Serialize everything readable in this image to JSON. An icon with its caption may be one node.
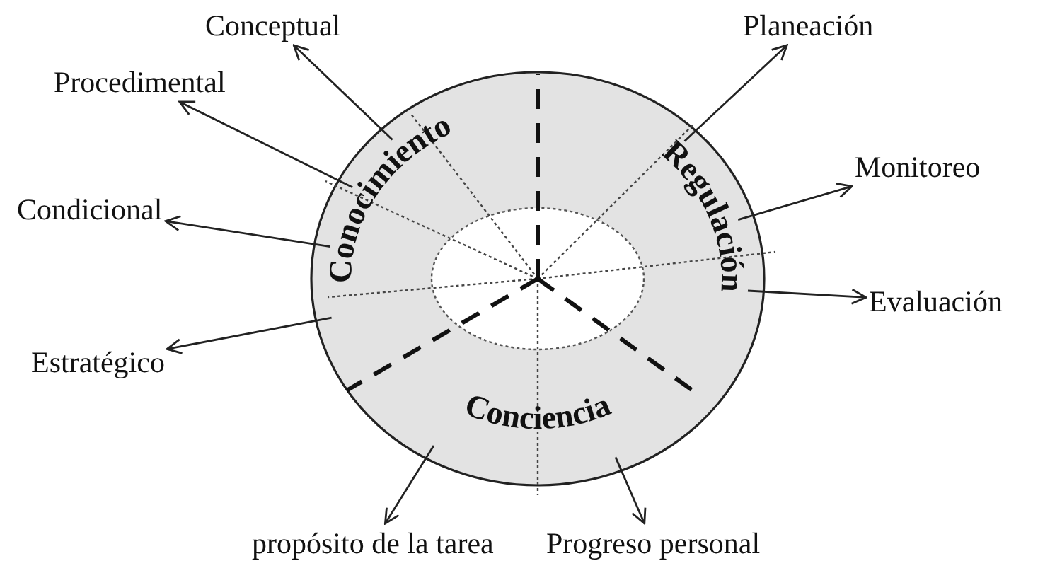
{
  "diagram": {
    "nodes": [
      {
        "text": [],
        "shape": "circle"
      },
      {
        "text": [
          "Conocimiento"
        ],
        "in": 0
      },
      {
        "text": [
          "Regulación"
        ],
        "in": 0
      },
      {
        "text": [
          "Conciencia"
        ],
        "in": 0
      },
      {
        "text": [
          "Conceptual"
        ]
      },
      {
        "text": [
          "Procedimental"
        ]
      },
      {
        "text": [
          "Condicional"
        ]
      },
      {
        "text": [
          "Estratégico"
        ]
      },
      {
        "text": [
          "Planeación"
        ]
      },
      {
        "text": [
          "Monitoreo"
        ]
      },
      {
        "text": [
          "Evaluación"
        ]
      },
      {
        "text": [
          "propósito de la tarea"
        ]
      },
      {
        "text": [
          "Progreso personal"
        ]
      }
    ],
    "edges": [
      {
        "from": 1,
        "to": 4,
        "arrow": "to"
      },
      {
        "from": 1,
        "to": 5,
        "arrow": "to"
      },
      {
        "from": 1,
        "to": 6,
        "arrow": "to"
      },
      {
        "from": 1,
        "to": 7,
        "arrow": "to"
      },
      {
        "from": 2,
        "to": 8,
        "arrow": "to"
      },
      {
        "from": 2,
        "to": 9,
        "arrow": "to"
      },
      {
        "from": 2,
        "to": 10,
        "arrow": "to"
      },
      {
        "from": 3,
        "to": 11,
        "arrow": "to"
      },
      {
        "from": 3,
        "to": 12,
        "arrow": "to"
      }
    ]
  }
}
